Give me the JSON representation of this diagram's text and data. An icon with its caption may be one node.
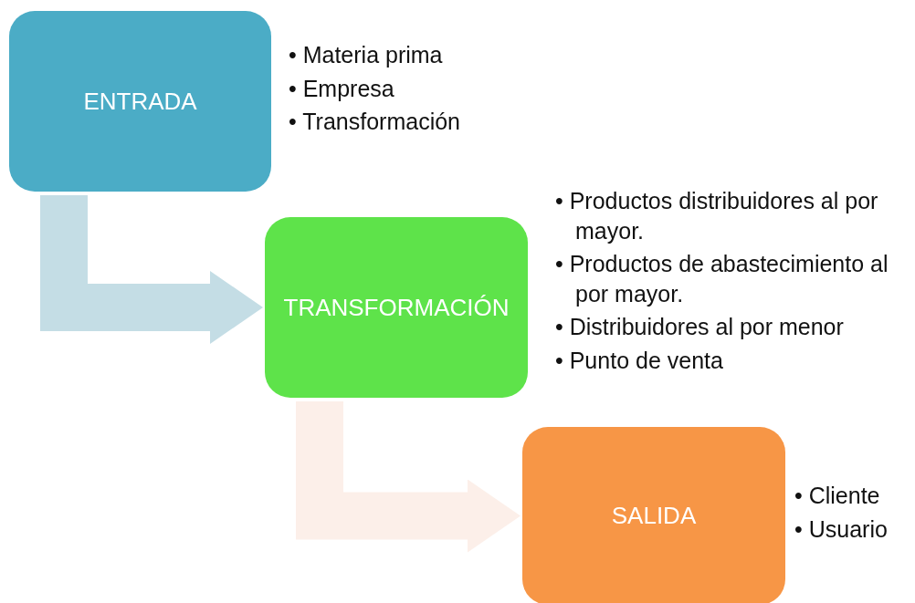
{
  "diagram": {
    "nodes": [
      {
        "text": [
          "ENTRADA"
        ],
        "beside": [
          "• Materia prima",
          "• Empresa",
          "• Transformación"
        ]
      },
      {
        "text": [
          "TRANSFORMACIÓN"
        ],
        "beside": [
          "• Productos distribuidores al por mayor.",
          "• Productos de abastecimiento al por mayor.",
          "• Distribuidores al por menor",
          "• Punto de venta"
        ]
      },
      {
        "text": [
          "SALIDA"
        ],
        "beside": [
          "• Cliente",
          "• Usuario"
        ]
      }
    ],
    "edges": [
      {
        "from": 0,
        "to": 1,
        "arrow": "to",
        "color": "#c4dde5"
      },
      {
        "from": 1,
        "to": 2,
        "arrow": "to",
        "color": "#fcefe9"
      }
    ]
  }
}
